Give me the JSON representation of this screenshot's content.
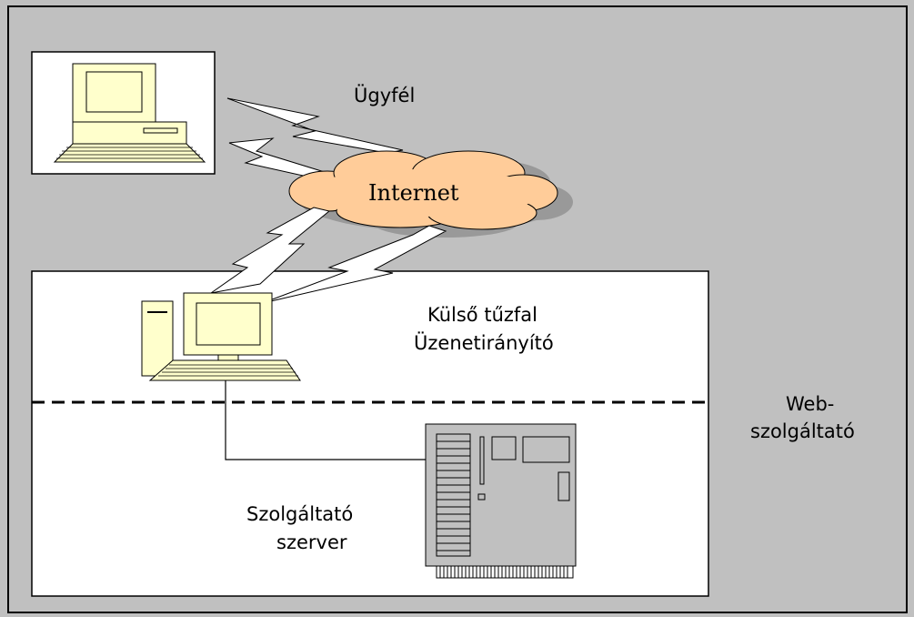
{
  "labels": {
    "client": "Ügyfél",
    "internet": "Internet",
    "firewall_line1": "Külső tűzfal",
    "firewall_line2": "Üzenetirányító",
    "provider_line1": "Web-",
    "provider_line2": "szolgáltató",
    "server_line1": "Szolgáltató",
    "server_line2": "szerver"
  },
  "colors": {
    "background": "#c0c0c0",
    "panel": "#ffffff",
    "computer_fill": "#ffffcc",
    "cloud_fill": "#ffcc99",
    "cloud_shadow": "#999999",
    "server_fill": "#c0c0c0"
  }
}
